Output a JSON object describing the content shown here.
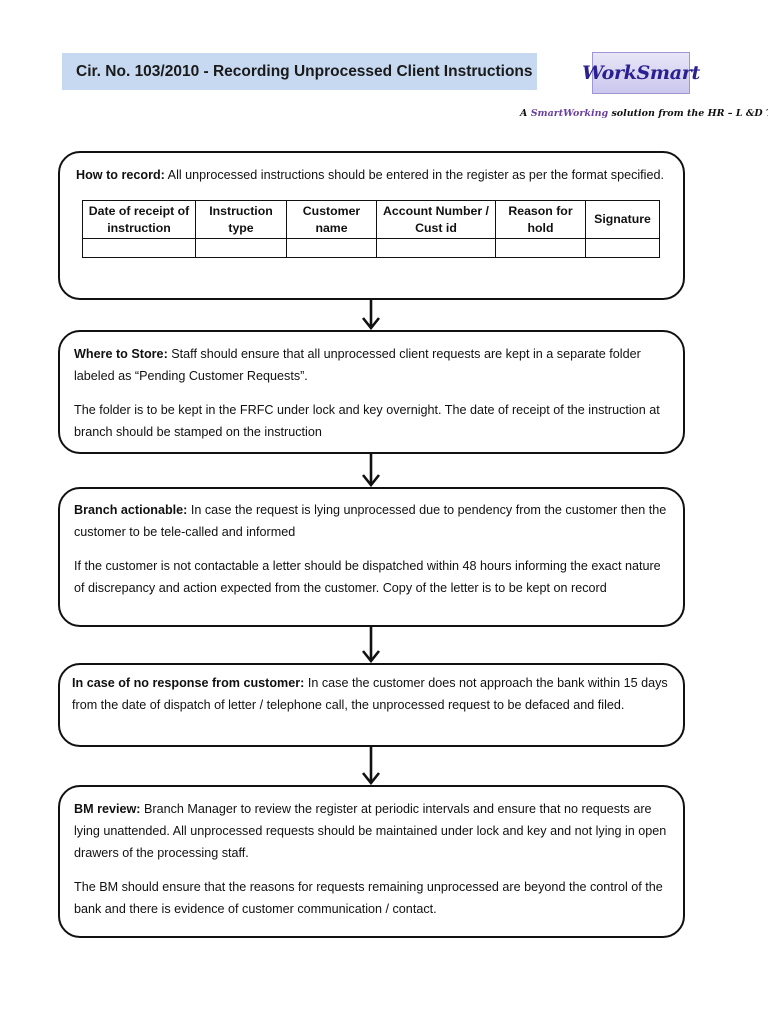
{
  "header": {
    "title": "Cir. No. 103/2010 - Recording Unprocessed Client Instructions",
    "logo_text": "WorkSmart",
    "tagline_prefix": "A ",
    "tagline_highlight": "SmartWorking",
    "tagline_suffix": " solution from the HR – L &D Team"
  },
  "steps": {
    "how_to_record": {
      "heading": "How to record:",
      "text": " All unprocessed instructions should be entered in the register as per the format specified."
    },
    "register_table": {
      "headers": [
        "Date of receipt of instruction",
        "Instruction type",
        "Customer name",
        "Account Number / Cust id",
        "Reason for hold",
        "Signature"
      ]
    },
    "where_to_store": {
      "heading": "Where to Store:",
      "text": " Staff should ensure that all unprocessed client requests are kept in a separate folder labeled as “Pending Customer Requests”.",
      "text2": "The folder is to be kept in the FRFC under lock and key overnight. The date of receipt of the instruction at branch should be stamped on the instruction"
    },
    "branch_actionable": {
      "heading": "Branch actionable:",
      "text": " In case the request is lying unprocessed due to pendency from the customer then the customer to be tele-called and informed",
      "text2": "If the customer is not contactable a letter should be dispatched within 48 hours informing the exact nature of discrepancy and action expected from the customer. Copy of the letter is to be kept on record"
    },
    "no_response": {
      "heading": "In case of no response from customer:",
      "text": " In case the customer does not approach the bank within 15 days from the date of dispatch of letter / telephone call, the unprocessed request to be defaced and filed."
    },
    "bm_review": {
      "heading": "BM review:",
      "text": " Branch Manager to review the register at periodic intervals and ensure that no requests are lying unattended. All unprocessed requests should be maintained under lock and key and not lying in open drawers of the processing staff.",
      "text2": "The BM should ensure that the reasons for requests remaining unprocessed are beyond the control of the bank and there is evidence of customer communication / contact."
    }
  }
}
